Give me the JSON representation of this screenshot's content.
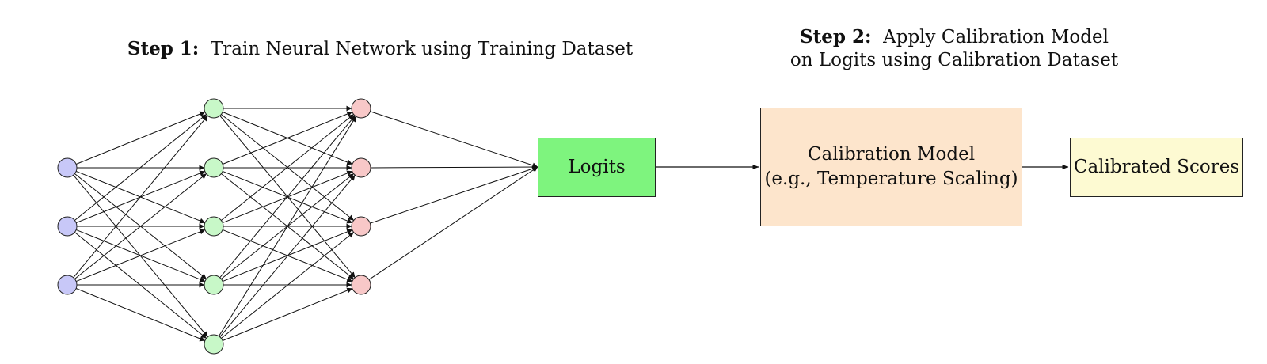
{
  "step1": {
    "bold": "Step 1:",
    "text": "Train Neural Network using Training Dataset"
  },
  "step2": {
    "bold": "Step 2:",
    "line1": "Apply Calibration Model",
    "line2": "on Logits using Calibration Dataset"
  },
  "logits": {
    "label": "Logits"
  },
  "calibration": {
    "line1": "Calibration Model",
    "line2": "(e.g., Temperature Scaling)"
  },
  "scores": {
    "label": "Calibrated Scores"
  },
  "network": {
    "layers": [
      3,
      5,
      4
    ]
  },
  "colors": {
    "input_node": "#c8c8f8",
    "hidden_node": "#c8f8c8",
    "output_node": "#f8c8c8",
    "logits_fill": "#7ef47e",
    "calibration_fill": "#fde5cc",
    "scores_fill": "#fdfad2"
  }
}
